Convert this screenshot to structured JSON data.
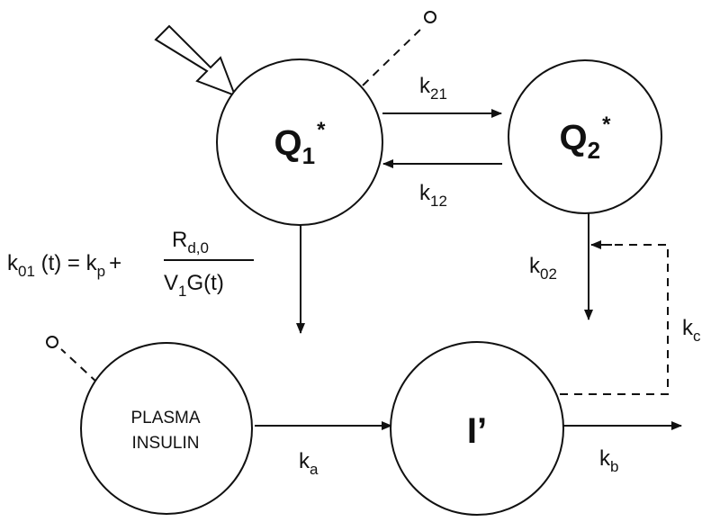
{
  "nodes": {
    "q1": {
      "main": "Q",
      "sub": "1",
      "sup": "*"
    },
    "q2": {
      "main": "Q",
      "sub": "2",
      "sup": "*"
    },
    "plasma_insulin": {
      "line1": "PLASMA",
      "line2": "INSULIN"
    },
    "i_prime": {
      "label": "I’"
    }
  },
  "rates": {
    "k21": {
      "base": "k",
      "sub": "21"
    },
    "k12": {
      "base": "k",
      "sub": "12"
    },
    "k02": {
      "base": "k",
      "sub": "02"
    },
    "kc": {
      "base": "k",
      "sub": "c"
    },
    "ka": {
      "base": "k",
      "sub": "a"
    },
    "kb": {
      "base": "k",
      "sub": "b"
    }
  },
  "formula": {
    "lhs_base": "k",
    "lhs_sub": "01",
    "lhs_arg": " (t) = k",
    "kp_sub": "p",
    "plus": "+",
    "num_base": "R",
    "num_sub": "d,0",
    "den_base": "V",
    "den_sub": "1",
    "den_rest": "G(t)"
  }
}
